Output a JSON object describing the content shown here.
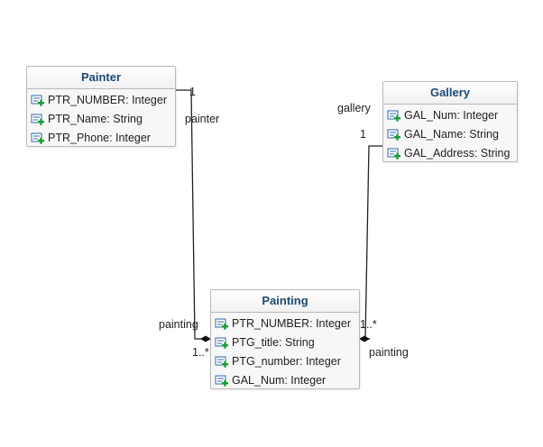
{
  "classes": {
    "painter": {
      "title": "Painter",
      "attributes": [
        {
          "label": "PTR_NUMBER: Integer",
          "icon": "attribute-icon"
        },
        {
          "label": "PTR_Name: String",
          "icon": "attribute-icon"
        },
        {
          "label": "PTR_Phone: Integer",
          "icon": "attribute-icon"
        }
      ]
    },
    "gallery": {
      "title": "Gallery",
      "attributes": [
        {
          "label": "GAL_Num: Integer",
          "icon": "attribute-icon"
        },
        {
          "label": "GAL_Name: String",
          "icon": "attribute-icon"
        },
        {
          "label": "GAL_Address: String",
          "icon": "attribute-icon"
        }
      ]
    },
    "painting": {
      "title": "Painting",
      "attributes": [
        {
          "label": "PTR_NUMBER: Integer",
          "icon": "attribute-icon"
        },
        {
          "label": "PTG_title: String",
          "icon": "attribute-icon"
        },
        {
          "label": "PTG_number: Integer",
          "icon": "attribute-icon"
        },
        {
          "label": "GAL_Num: Integer",
          "icon": "attribute-icon"
        }
      ]
    }
  },
  "associations": {
    "painter_painting": {
      "source_multiplicity": "1",
      "source_role": "painter",
      "target_role": "painting",
      "target_multiplicity": "1..*"
    },
    "gallery_painting": {
      "source_role": "gallery",
      "source_multiplicity": "1",
      "target_multiplicity": "1..*",
      "target_role": "painting"
    }
  },
  "colors": {
    "class_title": "#1c4a72",
    "border": "#b9b9b9",
    "connector": "#222222",
    "icon_plus": "#1a9a3a",
    "icon_box": "#2f6aa8"
  }
}
